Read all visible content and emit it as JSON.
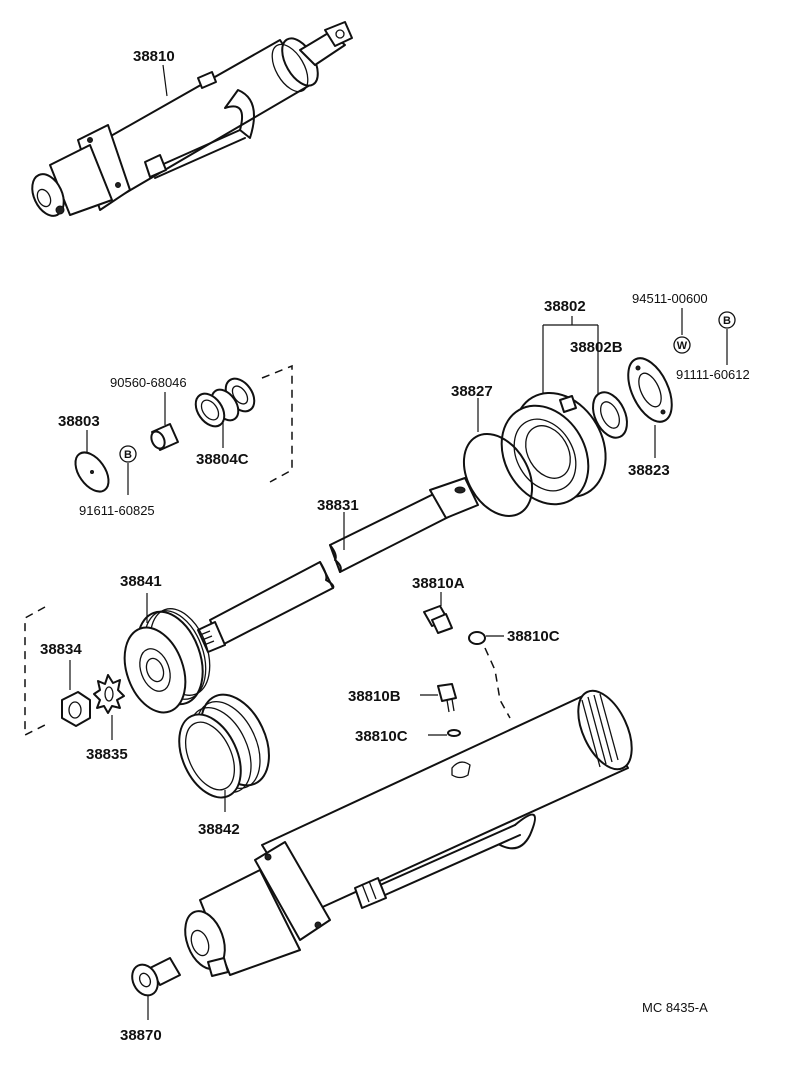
{
  "labels": {
    "p38810": "38810",
    "p38802": "38802",
    "p94511": "94511-00600",
    "p38827": "38827",
    "p38802B": "38802B",
    "p91111": "91111-60612",
    "p90560": "90560-68046",
    "p38803": "38803",
    "p38804C": "38804C",
    "p38823": "38823",
    "p91611": "91611-60825",
    "p38831": "38831",
    "p38841": "38841",
    "p38810A": "38810A",
    "p38810C_a": "38810C",
    "p38834": "38834",
    "p38810B": "38810B",
    "p38810C_b": "38810C",
    "p38835": "38835",
    "p38842": "38842",
    "p38870": "38870",
    "ref": "MC 8435-A"
  },
  "markers": {
    "w": "W",
    "b1": "B",
    "b2": "B"
  },
  "icons": [
    "cylinder-assembly",
    "piston-rod",
    "piston",
    "cup-packing",
    "bearing-cover",
    "oil-seal",
    "gasket",
    "nut",
    "lock-washer",
    "plug",
    "union-bolt",
    "o-ring"
  ]
}
